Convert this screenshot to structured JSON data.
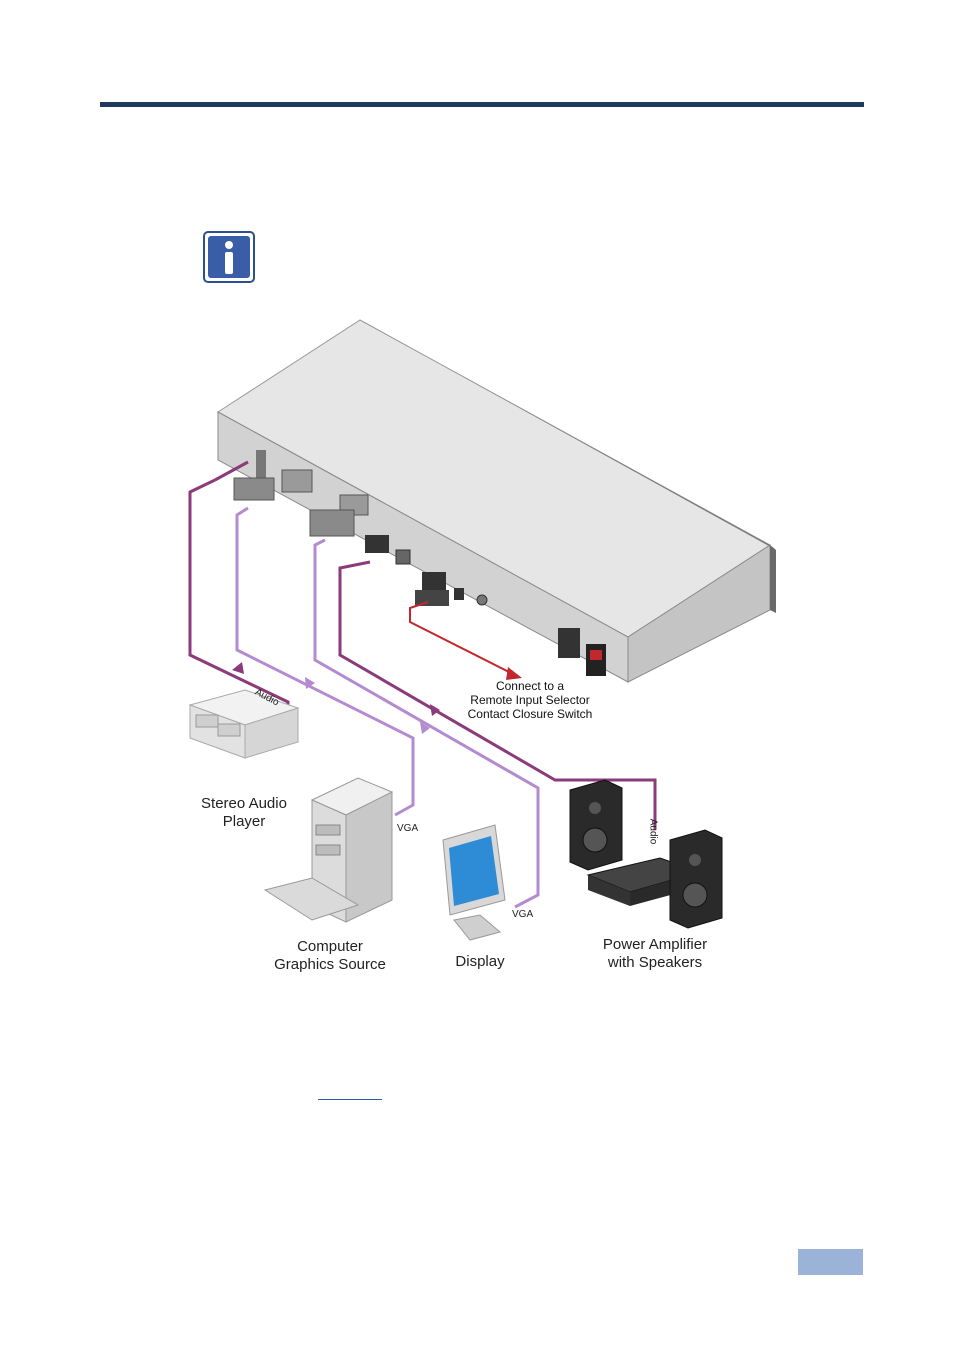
{
  "diagram": {
    "labels": {
      "stereo_audio_player_line1": "Stereo Audio",
      "stereo_audio_player_line2": "Player",
      "computer_line1": "Computer",
      "computer_line2": "Graphics Source",
      "display": "Display",
      "amplifier_line1": "Power Amplifier",
      "amplifier_line2": "with Speakers"
    },
    "cable_labels": {
      "audio_left": "Audio",
      "vga_computer": "VGA",
      "vga_display": "VGA",
      "audio_right": "Audio"
    },
    "remote_note": {
      "line1": "Connect to a",
      "line2": "Remote Input Selector",
      "line3": "Contact Closure Switch"
    },
    "colors": {
      "audio_cable": "#8b3a7a",
      "vga_cable": "#b48ad0",
      "remote_cable": "#c0282d",
      "rule": "#1f3a5c",
      "info_icon": "#3a5da8"
    }
  }
}
